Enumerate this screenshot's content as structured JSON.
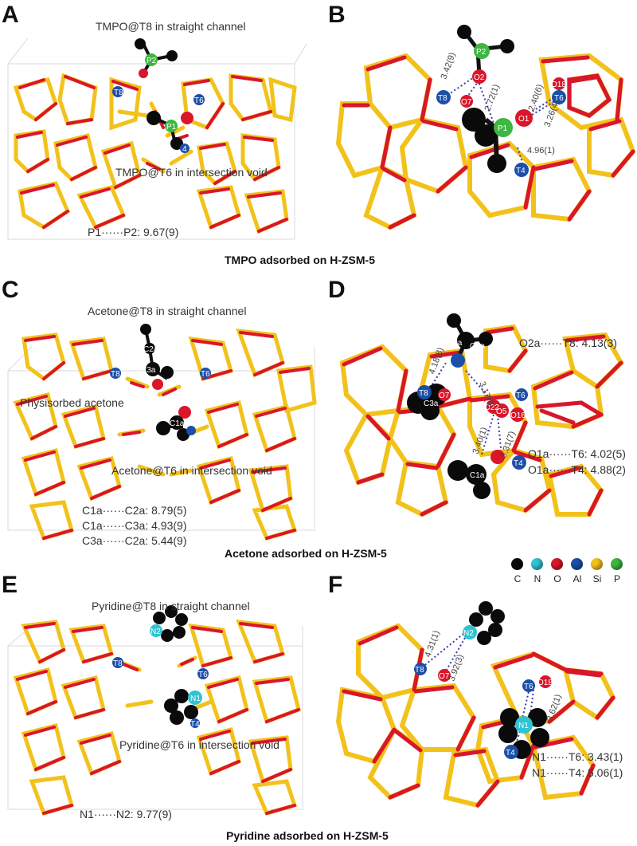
{
  "panels": {
    "A": {
      "letter": "A",
      "straight": "TMPO@T8 in straight channel",
      "intersection": "TMPO@T6 in intersection void",
      "atoms": {
        "T8": "T8",
        "T6": "T6",
        "P2": "P2",
        "P1": "P1",
        "T4": "4"
      },
      "distances": [
        "P1······P2: 9.67(9)"
      ]
    },
    "B": {
      "letter": "B",
      "atoms": {
        "T8": "T8",
        "O7": "O7",
        "O2": "O2",
        "P2": "P2",
        "O18": "O18",
        "T6": "T6",
        "O1": "O1",
        "P1": "P1",
        "T4": "T4"
      },
      "bonds": [
        "3.42(9)",
        "2.72(1)",
        "2.40(6)",
        "3.26(4)",
        "4.96(1)"
      ]
    },
    "C": {
      "letter": "C",
      "straight": "Acetone@T8 in straight channel",
      "physisorbed": "Physisorbed acetone",
      "intersection": "Acetone@T6 in intersection void",
      "atoms": {
        "T8": "T8",
        "C3a": "C3a",
        "C2a": "C2a",
        "T6": "T6",
        "C1a": "C1a"
      },
      "distances": [
        "C1a······C2a: 8.79(5)",
        "C1a······C3a: 4.93(9)",
        "C3a······C2a: 5.44(9)"
      ]
    },
    "D": {
      "letter": "D",
      "atoms": {
        "C2a": "C2a",
        "O2a": "O2a",
        "T8": "T8",
        "O7": "O7",
        "O22": "O22",
        "C3a": "C3a",
        "O5": "O5",
        "O16": "O16",
        "T6": "T6",
        "C1a": "C1a",
        "T4": "T4"
      },
      "bonds": [
        "4.18(8)",
        "3.17(6)",
        "3.40(1)",
        "3.31(7)"
      ],
      "distances": [
        "O2a······T8: 4.13(3)",
        "O1a······T6: 4.02(5)",
        "O1a······T4: 4.88(2)"
      ]
    },
    "E": {
      "letter": "E",
      "straight": "Pyridine@T8 in straight channel",
      "intersection": "Pyridine@T6 in intersection void",
      "atoms": {
        "N2": "N2",
        "T8": "T8",
        "T6": "T6",
        "N1": "N1",
        "T4": "T4"
      },
      "distances": [
        "N1······N2: 9.77(9)"
      ]
    },
    "F": {
      "letter": "F",
      "atoms": {
        "N2": "N2",
        "T8": "T8",
        "O7": "O7",
        "T6": "T6",
        "O18": "O18",
        "N1": "N1",
        "T4": "T4"
      },
      "bonds": [
        "4.31(1)",
        "3.92(3)",
        "3.62(1)"
      ],
      "distances": [
        "N1······T6: 3.43(1)",
        "N1······T4: 5.06(1)"
      ]
    }
  },
  "captions": {
    "tmpo": "TMPO adsorbed on H-ZSM-5",
    "acetone": "Acetone adsorbed on H-ZSM-5",
    "pyridine": "Pyridine adsorbed on H-ZSM-5"
  },
  "legend": [
    {
      "name": "C",
      "color": "#0a0a0a"
    },
    {
      "name": "N",
      "color": "#2fc3d3"
    },
    {
      "name": "O",
      "color": "#d9162a"
    },
    {
      "name": "Al",
      "color": "#1c4fa8"
    },
    {
      "name": "Si",
      "color": "#f2c21b"
    },
    {
      "name": "P",
      "color": "#3db642"
    }
  ],
  "colors": {
    "framework_si": "#f2c21b",
    "framework_o": "#d9162a",
    "guide": "#d8d8d8"
  }
}
